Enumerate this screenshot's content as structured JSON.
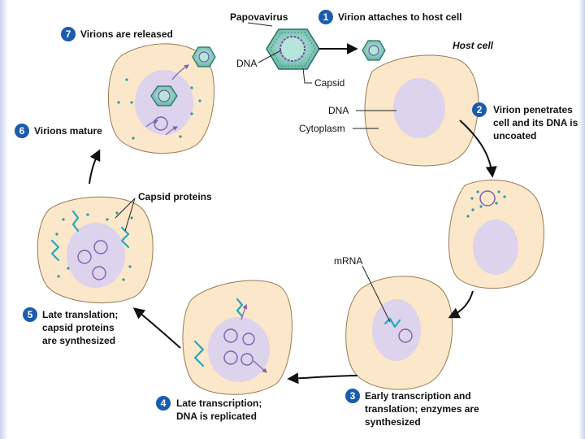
{
  "labels": {
    "papovavirus": "Papovavirus",
    "dna_virus": "DNA",
    "capsid": "Capsid",
    "host_cell": "Host cell",
    "dna_host": "DNA",
    "cytoplasm": "Cytoplasm",
    "mrna": "mRNA",
    "capsid_proteins": "Capsid proteins"
  },
  "steps": [
    {
      "number": "1",
      "lines": [
        "Virion attaches to host cell"
      ]
    },
    {
      "number": "2",
      "lines": [
        "Virion penetrates",
        "cell and its DNA is",
        "uncoated"
      ]
    },
    {
      "number": "3",
      "lines": [
        "Early transcription and",
        "translation; enzymes are",
        "synthesized"
      ]
    },
    {
      "number": "4",
      "lines": [
        "Late transcription;",
        "DNA is replicated"
      ]
    },
    {
      "number": "5",
      "lines": [
        "Late translation;",
        "capsid proteins",
        "are synthesized"
      ]
    },
    {
      "number": "6",
      "lines": [
        "Virions mature"
      ]
    },
    {
      "number": "7",
      "lines": [
        "Virions are released"
      ]
    }
  ],
  "colors": {
    "cell_fill": "#fbe7c9",
    "nucleus_fill": "#ddd3ec",
    "strand": "#22a8c0",
    "step_badge": "#1a5cb0",
    "virion": "#8fd0c3"
  }
}
